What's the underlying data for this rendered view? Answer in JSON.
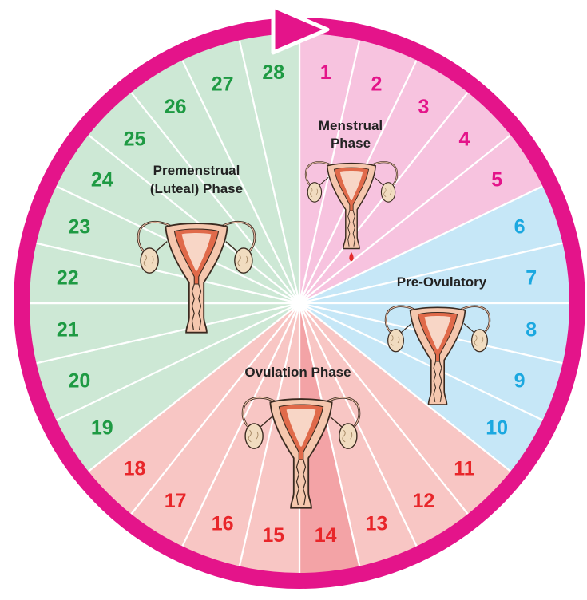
{
  "diagram": {
    "days": [
      "1",
      "2",
      "3",
      "4",
      "5",
      "6",
      "7",
      "8",
      "9",
      "10",
      "11",
      "12",
      "13",
      "14",
      "15",
      "16",
      "17",
      "18",
      "19",
      "20",
      "21",
      "22",
      "23",
      "24",
      "25",
      "26",
      "27",
      "28"
    ],
    "phases": [
      {
        "key": "menstrual",
        "label_lines": [
          "Menstrual",
          "Phase"
        ],
        "days": [
          1,
          5
        ],
        "fill": "#f7c3df",
        "number_color": "#e4148a"
      },
      {
        "key": "preovulatory",
        "label_lines": [
          "Pre-Ovulatory"
        ],
        "days": [
          6,
          10
        ],
        "fill": "#c6e7f7",
        "number_color": "#1ba8e0"
      },
      {
        "key": "ovulation",
        "label_lines": [
          "Ovulation Phase"
        ],
        "days": [
          11,
          18
        ],
        "fill": "#f8c6c4",
        "number_color": "#e8262a",
        "highlight_day": 14,
        "highlight_fill": "#f3a3a6"
      },
      {
        "key": "luteal",
        "label_lines": [
          "Premenstrual",
          "(Luteal) Phase"
        ],
        "days": [
          19,
          28
        ],
        "fill": "#cde8d5",
        "number_color": "#1e9a43"
      }
    ],
    "colors": {
      "ring": "#e4148a",
      "divider": "#ffffff",
      "uterus_fill": "#f5c7ae",
      "uterus_stroke": "#3a2a20",
      "uterus_inner": "#e06a4a",
      "ovary_fill": "#f1dcc0",
      "blood": "#e32b2b"
    },
    "icons": [
      "arrow-marker-icon",
      "uterus-icon",
      "blood-drop-icon"
    ]
  }
}
